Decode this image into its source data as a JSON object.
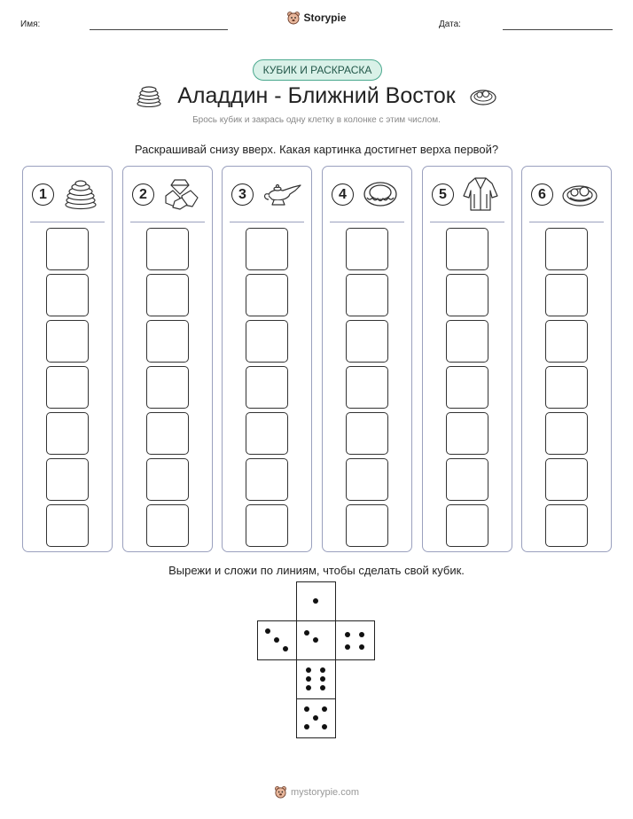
{
  "header": {
    "name_label": "Имя:",
    "date_label": "Дата:",
    "brand": "Storypie"
  },
  "badge": "КУБИК И РАСКРАСКА",
  "title": "Аладдин - Ближний Восток",
  "subtitle": "Брось кубик и закрась одну клетку в колонке с этим числом.",
  "instruction": "Раскрашивай снизу вверх. Какая картинка достигнет верха первой?",
  "columns": [
    {
      "number": "1",
      "icon": "coins-icon"
    },
    {
      "number": "2",
      "icon": "gems-icon"
    },
    {
      "number": "3",
      "icon": "magic-lamp-icon"
    },
    {
      "number": "4",
      "icon": "bracelet-icon"
    },
    {
      "number": "5",
      "icon": "robe-icon"
    },
    {
      "number": "6",
      "icon": "food-plate-icon"
    }
  ],
  "cells_per_column": 7,
  "cut_instruction": "Вырежи и сложи по линиям, чтобы сделать свой кубик.",
  "die_net_faces": [
    1,
    3,
    2,
    4,
    6,
    5
  ],
  "footer": "mystorypie.com",
  "colors": {
    "badge_fill": "#d9f1e8",
    "badge_border": "#4aa88e",
    "column_border": "#9aa0be"
  }
}
